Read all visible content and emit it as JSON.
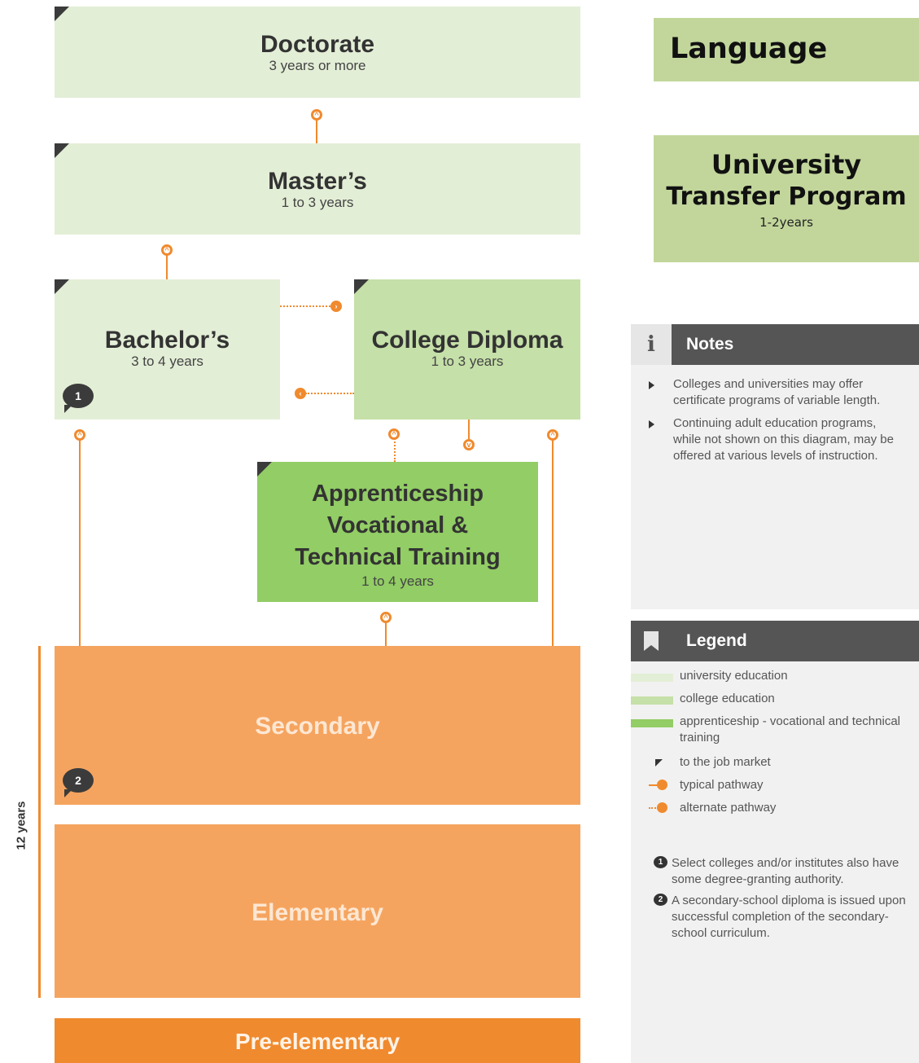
{
  "boxes": {
    "doctorate": {
      "title": "Doctorate",
      "duration": "3 years or more"
    },
    "masters": {
      "title": "Master’s",
      "duration": "1 to 3 years"
    },
    "bachelors": {
      "title": "Bachelor’s",
      "duration": "3 to 4 years"
    },
    "college": {
      "title": "College Diploma",
      "duration": "1 to 3 years"
    },
    "apprenticeship": {
      "title_lines": [
        "Apprenticeship",
        "Vocational &",
        "Technical Training"
      ],
      "duration": "1 to 4 years"
    },
    "secondary": {
      "title": "Secondary"
    },
    "elementary": {
      "title": "Elementary"
    },
    "preelementary": {
      "title": "Pre-elementary"
    }
  },
  "bubbles": {
    "one": "1",
    "two": "2"
  },
  "side_label": "12 years",
  "cards": {
    "language": {
      "title": "Language"
    },
    "transfer": {
      "title_lines": [
        "University",
        "Transfer Program"
      ],
      "duration": "1-2years"
    }
  },
  "notes": {
    "icon": "i",
    "title": "Notes",
    "items": [
      "Colleges and universities may offer certificate programs of variable length.",
      "Continuing adult education programs, while not shown on this diagram, may be offered at various levels of instruction."
    ]
  },
  "legend": {
    "title": "Legend",
    "items": [
      {
        "label": "university education",
        "color": "#e3eed6"
      },
      {
        "label": "college education",
        "color": "#c5e0a8"
      },
      {
        "label": "apprenticeship - vocational and technical training",
        "color": "#92cd65"
      },
      {
        "label": "to the job market",
        "icon": "corner-flag-icon"
      },
      {
        "label": "typical pathway",
        "icon": "typical-pathway-icon"
      },
      {
        "label": "alternate pathway",
        "icon": "alternate-pathway-icon"
      }
    ],
    "footnotes": [
      {
        "num": "1",
        "text": "Select colleges and/or institutes also have some degree-granting authority."
      },
      {
        "num": "2",
        "text": "A secondary-school diploma is issued upon successful completion of the secondary-school curriculum."
      }
    ]
  },
  "colors": {
    "university": "#e3eed6",
    "college": "#c5e0a8",
    "apprenticeship": "#92cd65",
    "school": "#f5a45f",
    "preschool": "#f08a2e",
    "pathway": "#f08a2e"
  }
}
